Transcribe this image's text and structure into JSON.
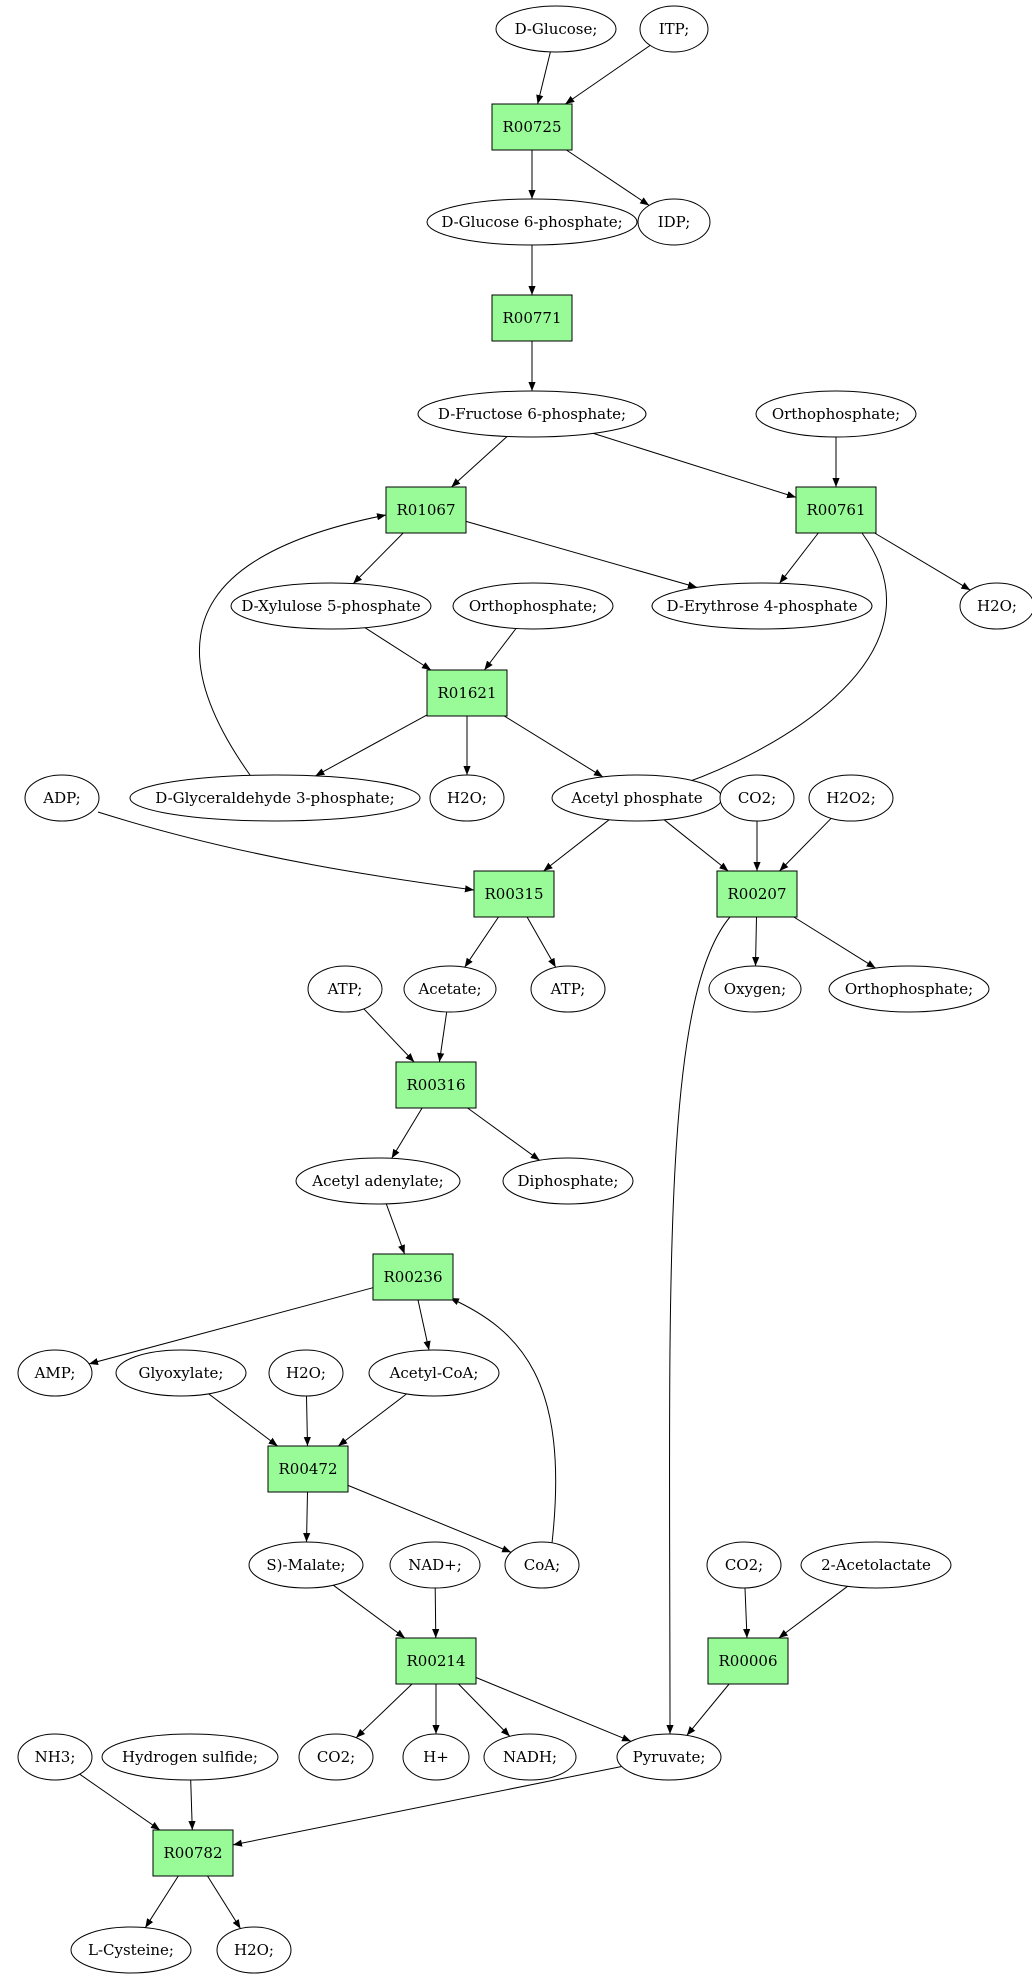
{
  "colors": {
    "reaction_fill": "#98fb98",
    "metabolite_fill": "#ffffff",
    "start_fill": "#00ee00",
    "end_fill": "#ffff00",
    "line": "#000000"
  },
  "nodes": [
    {
      "id": "glucose",
      "shape": "ellipse",
      "kind": "start",
      "label": "D-Glucose;"
    },
    {
      "id": "itp",
      "shape": "ellipse",
      "label": "ITP;"
    },
    {
      "id": "R00725",
      "shape": "rect",
      "label": "R00725"
    },
    {
      "id": "g6p",
      "shape": "ellipse",
      "label": "D-Glucose 6-phosphate;"
    },
    {
      "id": "idp",
      "shape": "ellipse",
      "label": "IDP;"
    },
    {
      "id": "R00771",
      "shape": "rect",
      "label": "R00771"
    },
    {
      "id": "f6p",
      "shape": "ellipse",
      "label": "D-Fructose 6-phosphate;"
    },
    {
      "id": "pi1",
      "shape": "ellipse",
      "label": "Orthophosphate;"
    },
    {
      "id": "R01067",
      "shape": "rect",
      "label": "R01067"
    },
    {
      "id": "R00761",
      "shape": "rect",
      "label": "R00761"
    },
    {
      "id": "x5p",
      "shape": "ellipse",
      "label": "D-Xylulose 5-phosphate"
    },
    {
      "id": "pi2",
      "shape": "ellipse",
      "label": "Orthophosphate;"
    },
    {
      "id": "e4p",
      "shape": "ellipse",
      "label": "D-Erythrose 4-phosphate"
    },
    {
      "id": "h2o1",
      "shape": "ellipse",
      "label": "H2O;"
    },
    {
      "id": "R01621",
      "shape": "rect",
      "label": "R01621"
    },
    {
      "id": "adp",
      "shape": "ellipse",
      "label": "ADP;"
    },
    {
      "id": "gap",
      "shape": "ellipse",
      "label": "D-Glyceraldehyde 3-phosphate;"
    },
    {
      "id": "h2o2",
      "shape": "ellipse",
      "label": "H2O;"
    },
    {
      "id": "acp",
      "shape": "ellipse",
      "label": "Acetyl phosphate"
    },
    {
      "id": "co2a",
      "shape": "ellipse",
      "label": "CO2;"
    },
    {
      "id": "h2o2b",
      "shape": "ellipse",
      "label": "H2O2;"
    },
    {
      "id": "R00315",
      "shape": "rect",
      "label": "R00315"
    },
    {
      "id": "R00207",
      "shape": "rect",
      "label": "R00207"
    },
    {
      "id": "atp1",
      "shape": "ellipse",
      "label": "ATP;"
    },
    {
      "id": "acetate",
      "shape": "ellipse",
      "label": "Acetate;"
    },
    {
      "id": "atp2",
      "shape": "ellipse",
      "label": "ATP;"
    },
    {
      "id": "oxygen",
      "shape": "ellipse",
      "label": "Oxygen;"
    },
    {
      "id": "pi3",
      "shape": "ellipse",
      "label": "Orthophosphate;"
    },
    {
      "id": "R00316",
      "shape": "rect",
      "label": "R00316"
    },
    {
      "id": "acad",
      "shape": "ellipse",
      "label": "Acetyl adenylate;"
    },
    {
      "id": "ppi",
      "shape": "ellipse",
      "label": "Diphosphate;"
    },
    {
      "id": "R00236",
      "shape": "rect",
      "label": "R00236"
    },
    {
      "id": "amp",
      "shape": "ellipse",
      "label": "AMP;"
    },
    {
      "id": "glyox",
      "shape": "ellipse",
      "label": "Glyoxylate;"
    },
    {
      "id": "h2o3",
      "shape": "ellipse",
      "label": "H2O;"
    },
    {
      "id": "accoa",
      "shape": "ellipse",
      "label": "Acetyl-CoA;"
    },
    {
      "id": "R00472",
      "shape": "rect",
      "label": "R00472"
    },
    {
      "id": "malate",
      "shape": "ellipse",
      "label": "S)-Malate;"
    },
    {
      "id": "nad",
      "shape": "ellipse",
      "label": "NAD+;"
    },
    {
      "id": "coa",
      "shape": "ellipse",
      "label": "CoA;"
    },
    {
      "id": "co2b",
      "shape": "ellipse",
      "label": "CO2;"
    },
    {
      "id": "acetolactate",
      "shape": "ellipse",
      "label": "2-Acetolactate"
    },
    {
      "id": "R00214",
      "shape": "rect",
      "label": "R00214"
    },
    {
      "id": "R00006",
      "shape": "rect",
      "label": "R00006"
    },
    {
      "id": "nh3",
      "shape": "ellipse",
      "label": "NH3;"
    },
    {
      "id": "h2s",
      "shape": "ellipse",
      "label": "Hydrogen sulfide;"
    },
    {
      "id": "co2c",
      "shape": "ellipse",
      "label": "CO2;"
    },
    {
      "id": "hplus",
      "shape": "ellipse",
      "label": "H+"
    },
    {
      "id": "nadh",
      "shape": "ellipse",
      "label": "NADH;"
    },
    {
      "id": "pyruvate",
      "shape": "ellipse",
      "label": "Pyruvate;"
    },
    {
      "id": "R00782",
      "shape": "rect",
      "label": "R00782"
    },
    {
      "id": "cysteine",
      "shape": "ellipse",
      "kind": "end",
      "label": "L-Cysteine;"
    },
    {
      "id": "h2o4",
      "shape": "ellipse",
      "label": "H2O;"
    }
  ],
  "edges": [
    [
      "glucose",
      "R00725"
    ],
    [
      "itp",
      "R00725"
    ],
    [
      "R00725",
      "g6p"
    ],
    [
      "R00725",
      "idp"
    ],
    [
      "g6p",
      "R00771"
    ],
    [
      "R00771",
      "f6p"
    ],
    [
      "f6p",
      "R01067"
    ],
    [
      "f6p",
      "R00761"
    ],
    [
      "pi1",
      "R00761"
    ],
    [
      "R01067",
      "x5p"
    ],
    [
      "R01067",
      "e4p"
    ],
    [
      "R00761",
      "e4p"
    ],
    [
      "R00761",
      "h2o1"
    ],
    [
      "R00761",
      "acp"
    ],
    [
      "x5p",
      "R01621"
    ],
    [
      "pi2",
      "R01621"
    ],
    [
      "R01621",
      "gap"
    ],
    [
      "R01621",
      "h2o2"
    ],
    [
      "R01621",
      "acp"
    ],
    [
      "gap",
      "R01067"
    ],
    [
      "adp",
      "R00315"
    ],
    [
      "acp",
      "R00315"
    ],
    [
      "acp",
      "R00207"
    ],
    [
      "co2a",
      "R00207"
    ],
    [
      "h2o2b",
      "R00207"
    ],
    [
      "R00315",
      "acetate"
    ],
    [
      "R00315",
      "atp2"
    ],
    [
      "R00207",
      "oxygen"
    ],
    [
      "R00207",
      "pi3"
    ],
    [
      "R00207",
      "pyruvate"
    ],
    [
      "atp1",
      "R00316"
    ],
    [
      "acetate",
      "R00316"
    ],
    [
      "R00316",
      "acad"
    ],
    [
      "R00316",
      "ppi"
    ],
    [
      "acad",
      "R00236"
    ],
    [
      "R00236",
      "amp"
    ],
    [
      "R00236",
      "accoa"
    ],
    [
      "glyox",
      "R00472"
    ],
    [
      "h2o3",
      "R00472"
    ],
    [
      "accoa",
      "R00472"
    ],
    [
      "R00472",
      "malate"
    ],
    [
      "R00472",
      "coa"
    ],
    [
      "coa",
      "R00236"
    ],
    [
      "malate",
      "R00214"
    ],
    [
      "nad",
      "R00214"
    ],
    [
      "co2b",
      "R00006"
    ],
    [
      "acetolactate",
      "R00006"
    ],
    [
      "R00214",
      "co2c"
    ],
    [
      "R00214",
      "hplus"
    ],
    [
      "R00214",
      "nadh"
    ],
    [
      "R00214",
      "pyruvate"
    ],
    [
      "R00006",
      "pyruvate"
    ],
    [
      "nh3",
      "R00782"
    ],
    [
      "h2s",
      "R00782"
    ],
    [
      "pyruvate",
      "R00782"
    ],
    [
      "R00782",
      "cysteine"
    ],
    [
      "R00782",
      "h2o4"
    ]
  ]
}
